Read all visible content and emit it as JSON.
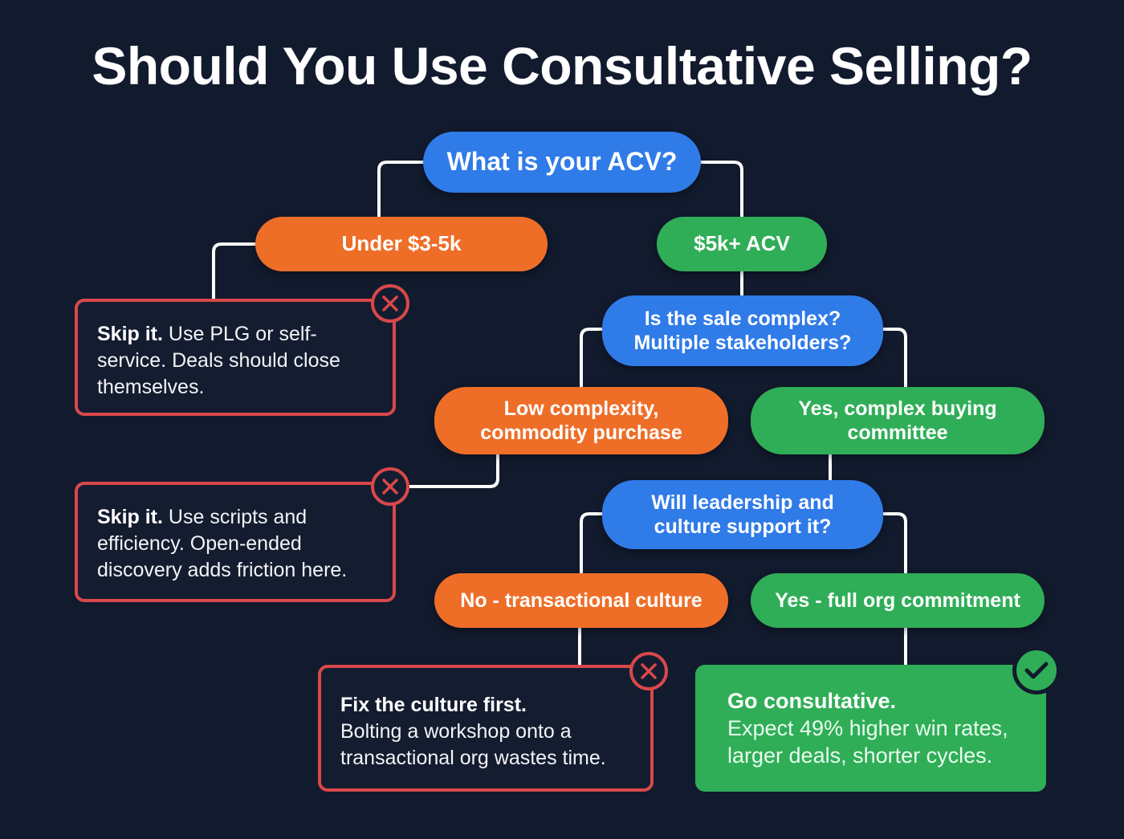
{
  "title": "Should You Use Consultative Selling?",
  "colors": {
    "background": "#121a2e",
    "question": "#2f7be8",
    "negative_branch": "#ee6e28",
    "positive_branch": "#2fae57",
    "stop": "#d9484a",
    "go": "#2fae57",
    "connector": "#ffffff"
  },
  "nodes": {
    "q1": {
      "line1": "What is your ACV?"
    },
    "q1_no": {
      "line1": "Under $3-5k"
    },
    "q1_yes": {
      "line1": "$5k+ ACV"
    },
    "r1": {
      "bold": "Skip it.",
      "text": " Use PLG or self-service. Deals should close themselves.",
      "icon": "x-circle-icon"
    },
    "q2": {
      "line1": "Is the sale complex?",
      "line2": "Multiple stakeholders?"
    },
    "q2_no": {
      "line1": "Low complexity,",
      "line2": "commodity purchase"
    },
    "q2_yes": {
      "line1": "Yes, complex buying",
      "line2": "committee"
    },
    "r2": {
      "bold": "Skip it.",
      "text": " Use scripts and efficiency. Open-ended discovery adds friction here.",
      "icon": "x-circle-icon"
    },
    "q3": {
      "line1": "Will leadership and",
      "line2": "culture support it?"
    },
    "q3_no": {
      "line1": "No - transactional culture"
    },
    "q3_yes": {
      "line1": "Yes - full org commitment"
    },
    "r3": {
      "bold": "Fix the culture first.",
      "text": "Bolting a workshop onto a transactional org wastes time.",
      "icon": "x-circle-icon"
    },
    "r4": {
      "bold": "Go consultative.",
      "text": "Expect 49% higher win rates, larger deals, shorter cycles.",
      "icon": "check-circle-icon"
    }
  }
}
